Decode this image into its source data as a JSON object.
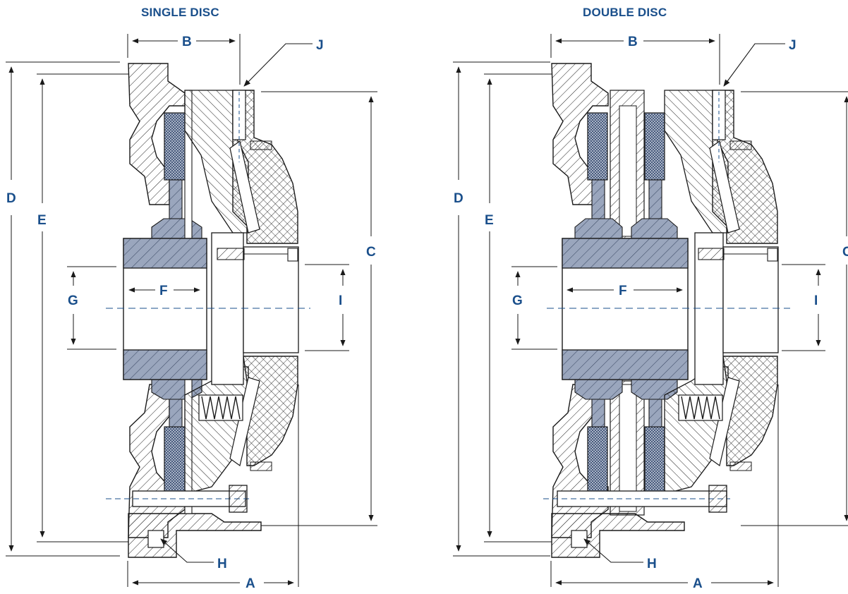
{
  "titles": {
    "single": "SINGLE DISC",
    "double": "DOUBLE DISC"
  },
  "dimension_labels": [
    "A",
    "B",
    "C",
    "D",
    "E",
    "F",
    "G",
    "H",
    "I",
    "J"
  ],
  "colors": {
    "label": "#1a4f8b",
    "line": "#1a1a1a",
    "hub_fill": "#9aa6bd",
    "dash": "#1a4f8b"
  }
}
